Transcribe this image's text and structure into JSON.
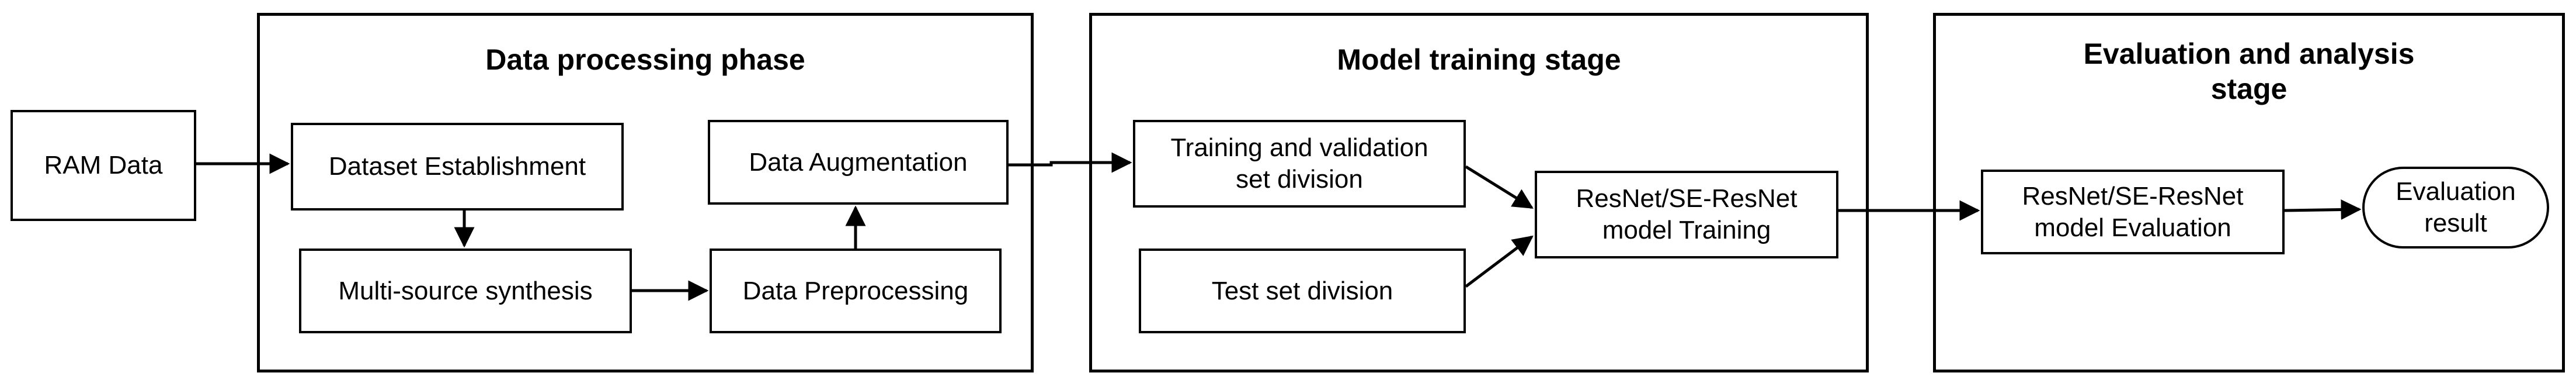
{
  "input": {
    "label": "RAM Data"
  },
  "stages": {
    "processing": {
      "title": "Data processing phase",
      "dataset_establishment": "Dataset Establishment",
      "multi_source": "Multi-source  synthesis",
      "preprocessing": "Data Preprocessing",
      "augmentation": "Data Augmentation"
    },
    "training": {
      "title": "Model training stage",
      "train_val_division": "Training and validation\nset division",
      "test_division": "Test set division",
      "model_training": "ResNet/SE-ResNet\nmodel Training"
    },
    "evaluation": {
      "title": "Evaluation and analysis\nstage",
      "model_evaluation": "ResNet/SE-ResNet\nmodel Evaluation",
      "result": "Evaluation\nresult"
    }
  }
}
